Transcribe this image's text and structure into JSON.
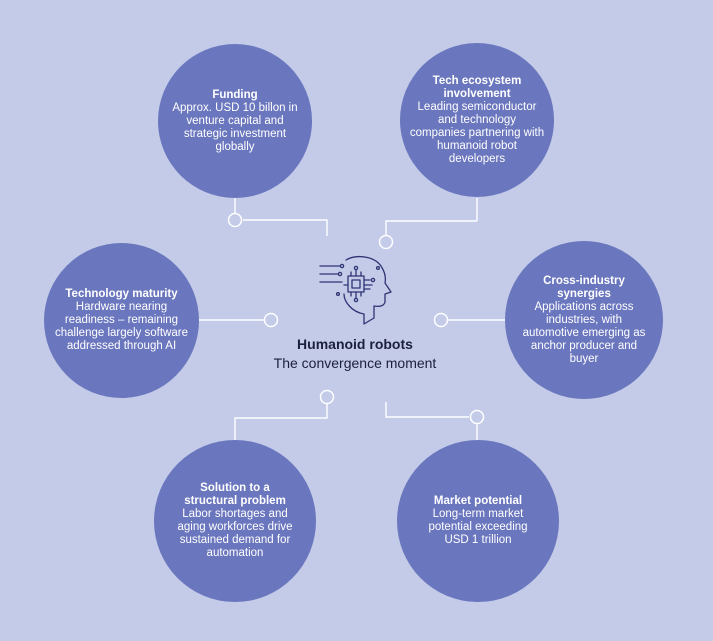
{
  "colors": {
    "background": "#c3cbe9",
    "bubble": "#6a76bd",
    "connector": "#ffffff",
    "icon": "#2f3473"
  },
  "center": {
    "icon": "humanoid-robot-head-chip-icon",
    "title": "Humanoid robots",
    "subtitle": "The convergence moment"
  },
  "nodes": {
    "funding": {
      "title": "Funding",
      "body": "Approx. USD 10 billon in venture capital and strategic investment globally"
    },
    "tech_ecosystem": {
      "title": "Tech ecosystem involvement",
      "body": "Leading semiconductor and technology companies partnering with humanoid robot developers"
    },
    "technology_maturity": {
      "title": "Technology maturity",
      "body": "Hardware nearing readiness – remaining challenge largely software addressed through AI"
    },
    "cross_industry": {
      "title": "Cross-industry synergies",
      "body": "Applications across industries, with automotive emerging as anchor producer and buyer"
    },
    "structural_problem": {
      "title": "Solution to a structural problem",
      "body": "Labor shortages and aging workforces drive sustained demand for automation"
    },
    "market_potential": {
      "title": "Market potential",
      "body": "Long-term market potential exceeding USD 1 trillion"
    }
  }
}
